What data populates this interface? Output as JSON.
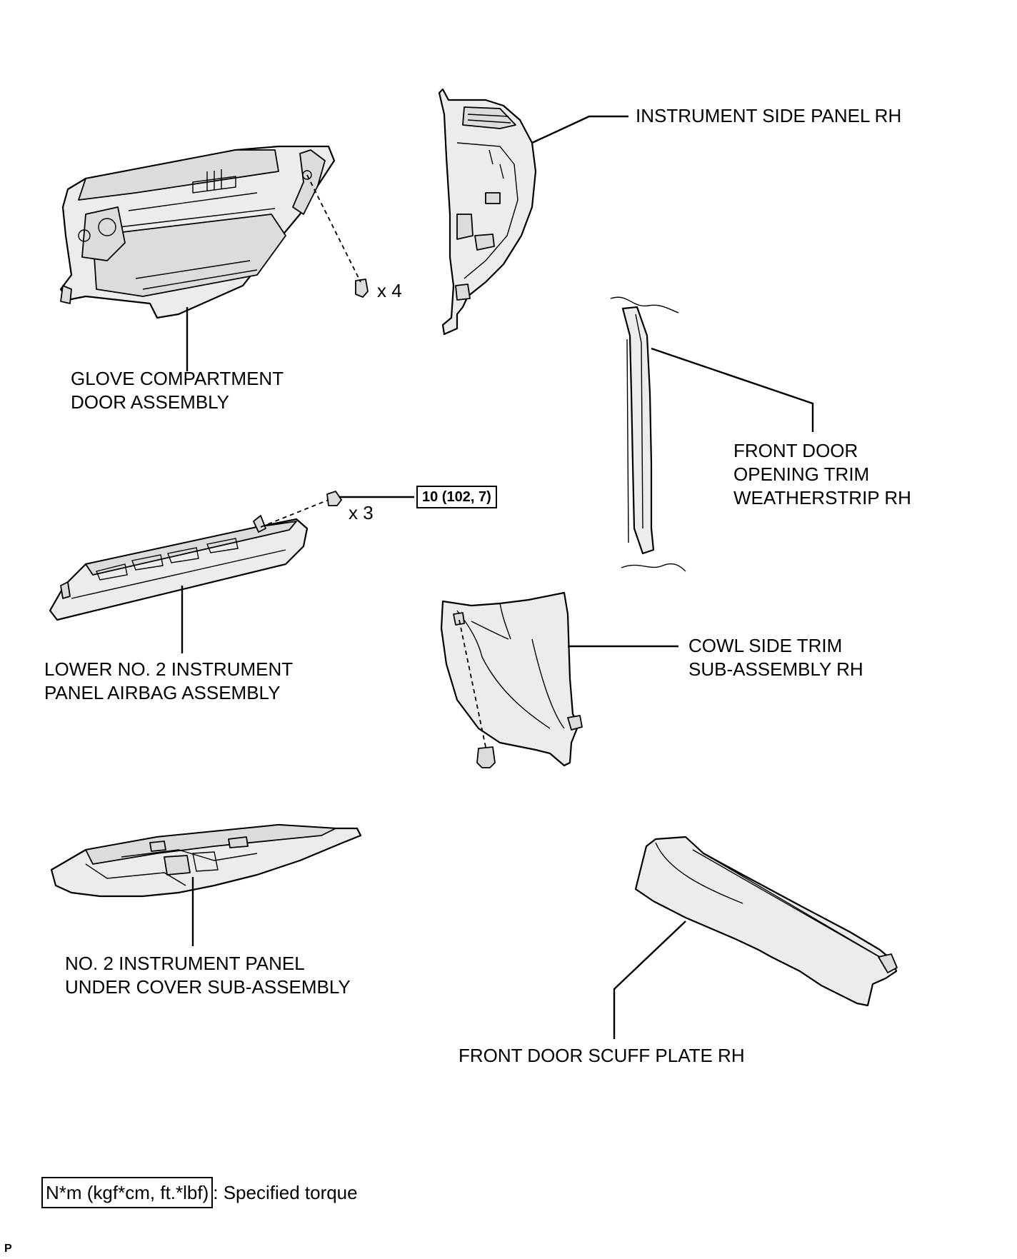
{
  "labels": {
    "instrument_side_panel": "INSTRUMENT SIDE PANEL RH",
    "glove_compartment_line1": "GLOVE COMPARTMENT",
    "glove_compartment_line2": "DOOR ASSEMBLY",
    "front_door_opening_trim_line1": "FRONT DOOR",
    "front_door_opening_trim_line2": "OPENING TRIM",
    "front_door_opening_trim_line3": "WEATHERSTRIP RH",
    "lower_airbag_line1": "LOWER NO. 2 INSTRUMENT",
    "lower_airbag_line2": "PANEL AIRBAG ASSEMBLY",
    "cowl_side_trim_line1": "COWL SIDE TRIM",
    "cowl_side_trim_line2": "SUB-ASSEMBLY RH",
    "under_cover_line1": "NO. 2 INSTRUMENT PANEL",
    "under_cover_line2": "UNDER COVER SUB-ASSEMBLY",
    "front_door_scuff_plate": "FRONT DOOR SCUFF PLATE RH"
  },
  "fasteners": {
    "glove_qty": "x 4",
    "airbag_qty": "x 3",
    "airbag_torque": "10 (102, 7)"
  },
  "legend": {
    "torque_units": "N*m (kgf*cm, ft.*lbf)",
    "description": ": Specified torque"
  },
  "page_mark": "P",
  "icons": {
    "glove_compartment": "glove-compartment-illustration",
    "instrument_side_panel": "side-panel-illustration",
    "weatherstrip": "weatherstrip-illustration",
    "airbag": "airbag-illustration",
    "cowl_side_trim": "cowl-trim-illustration",
    "under_cover": "under-cover-illustration",
    "scuff_plate": "scuff-plate-illustration"
  }
}
